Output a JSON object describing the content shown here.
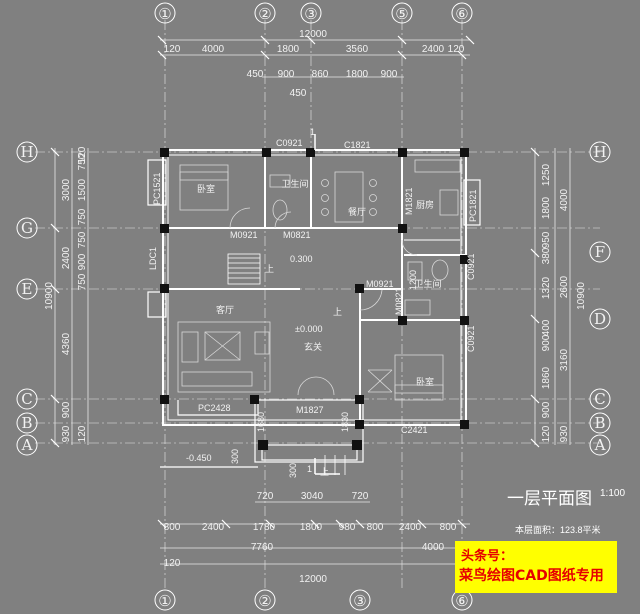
{
  "title": "一层平面图",
  "scale": "1:100",
  "area_note": "本层面积：123.8平米",
  "watermark": {
    "line1": "头条号：",
    "line2": "菜鸟绘图CAD图纸专用"
  },
  "col_axes": [
    "①",
    "②",
    "③",
    "⑤",
    "⑥"
  ],
  "row_axes": {
    "H": "H",
    "G": "G",
    "F": "F",
    "E": "E",
    "D": "D",
    "C": "C",
    "B": "B",
    "A": "A"
  },
  "top_dims": {
    "total": "12000",
    "row1": [
      "120",
      "4000",
      "1800",
      "3560",
      "2400",
      "120"
    ],
    "row2": [
      "450",
      "900",
      "860",
      "1800",
      "900"
    ],
    "row3": "450"
  },
  "bottom_dims": {
    "row1": [
      "720",
      "3040",
      "720"
    ],
    "row2": [
      "800",
      "2400",
      "1780",
      "1800",
      "980",
      "800",
      "2400",
      "800"
    ],
    "row3": [
      "7760",
      "4000"
    ],
    "left": "120",
    "total": "12000"
  },
  "left_dims": {
    "outer": [
      "10900",
      "4360",
      "930"
    ],
    "mid": [
      "3000",
      "2400",
      "900",
      "120"
    ],
    "inner": [
      "120",
      "750",
      "1500",
      "750",
      "750",
      "900",
      "750"
    ]
  },
  "right_dims": {
    "outer": [
      "4000",
      "2600",
      "3160",
      "930"
    ],
    "mid": [
      "10900"
    ],
    "inner": [
      "1250",
      "1800",
      "950",
      "380",
      "1320",
      "400",
      "900",
      "1860",
      "900",
      "120"
    ]
  },
  "rooms": [
    "卧室",
    "卫生间",
    "餐厅",
    "厨房",
    "客厅",
    "玄关",
    "卫生间",
    "卧室"
  ],
  "openings": [
    "C0921",
    "C1821",
    "PC1521",
    "PC1821",
    "M0921",
    "M0821",
    "M1821",
    "LDC1",
    "C0921",
    "M0921",
    "M0821",
    "1200",
    "C0921",
    "PC2428",
    "M1827",
    "C2421",
    "1680",
    "1830"
  ],
  "levels": [
    "0.300",
    "±0.000",
    "-0.450"
  ],
  "misc": [
    "上",
    "上",
    "上",
    "1",
    "1",
    "300",
    "300"
  ]
}
